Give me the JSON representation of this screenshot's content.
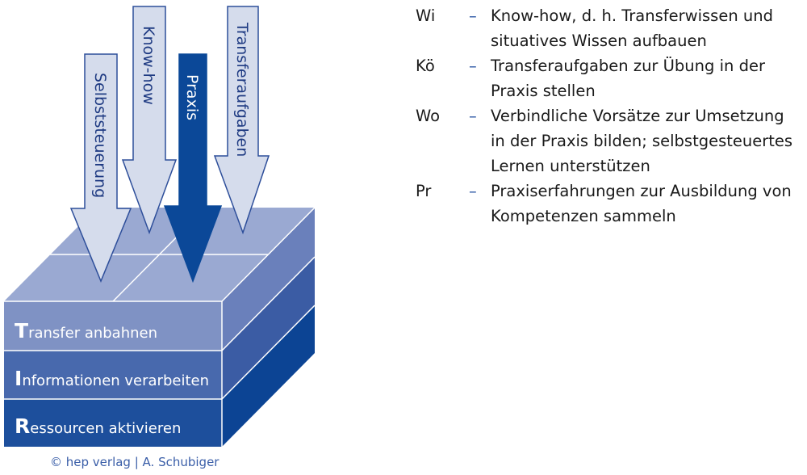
{
  "arrows": [
    {
      "label": "Selbststeuerung",
      "color": "#d5dcec",
      "stroke": "#2d4e9a",
      "text_color": "#1e3a82"
    },
    {
      "label": "Know-how",
      "color": "#d5dcec",
      "stroke": "#2d4e9a",
      "text_color": "#1e3a82"
    },
    {
      "label": "Praxis",
      "color": "#0b4898",
      "stroke": "#0b4898",
      "text_color": "#ffffff"
    },
    {
      "label": "Transferaufgaben",
      "color": "#d5dcec",
      "stroke": "#2d4e9a",
      "text_color": "#1e3a82"
    }
  ],
  "layers": [
    {
      "initial": "T",
      "rest": "ransfer anbahnen",
      "front": "#7f92c4",
      "side": "#6a80bb"
    },
    {
      "initial": "I",
      "rest": "nformationen verarbeiten",
      "front": "#4869ad",
      "side": "#3b5ca4"
    },
    {
      "initial": "R",
      "rest": "essourcen aktivieren",
      "front": "#1d4f9c",
      "side": "#0c4494"
    }
  ],
  "cube_top_color": "#9aa9d2",
  "legend": [
    {
      "key": "Wi",
      "dash": "–",
      "lines": [
        "Know-how, d. h. Transferwissen und",
        "situatives Wissen aufbauen"
      ]
    },
    {
      "key": "Kö",
      "dash": "–",
      "lines": [
        "Transferaufgaben zur Übung in der",
        "Praxis stellen"
      ]
    },
    {
      "key": "Wo",
      "dash": "–",
      "lines": [
        "Verbindliche Vorsätze zur Umsetzung",
        "in der Praxis bilden; selbstgesteuertes",
        "Lernen unterstützen"
      ]
    },
    {
      "key": "Pr",
      "dash": "–",
      "lines": [
        "Praxiserfahrungen zur Ausbildung von",
        "Kompetenzen sammeln"
      ]
    }
  ],
  "copyright": "© hep verlag | A. Schubiger"
}
